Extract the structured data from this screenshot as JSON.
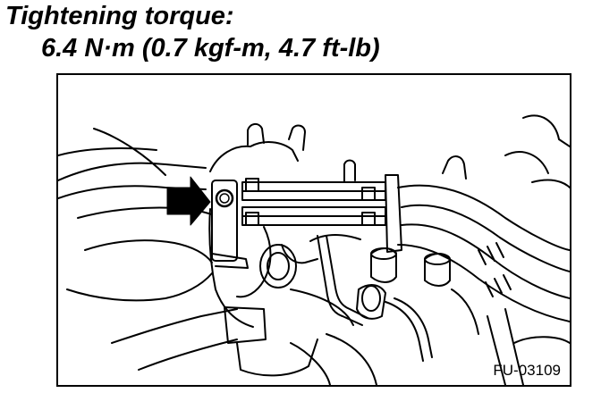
{
  "heading": {
    "title": "Tightening torque:",
    "spec": "6.4 N·m (0.7 kgf-m, 4.7 ft-lb)"
  },
  "figure": {
    "id": "FU-03109",
    "callout_icon": "arrow-right-icon",
    "line_color": "#000000",
    "background": "#ffffff"
  }
}
